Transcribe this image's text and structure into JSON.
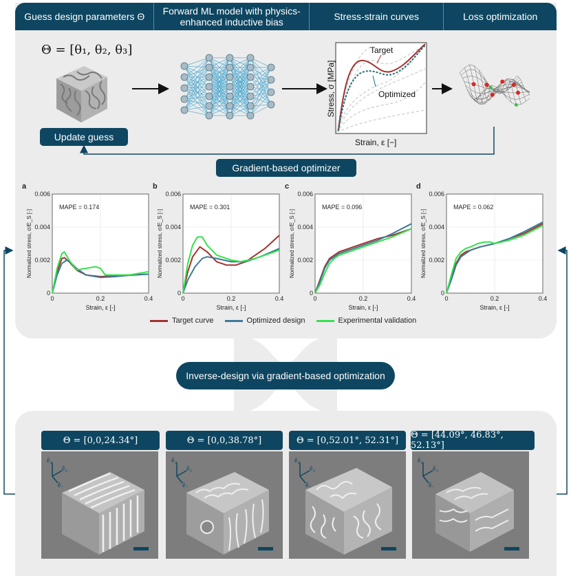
{
  "header": {
    "step1": "Guess design parameters Θ",
    "step2": "Forward ML model with physics-enhanced inductive bias",
    "step3": "Stress-strain curves",
    "step4": "Loss optimization"
  },
  "theta_equation": "Θ = [θ₁, θ₂, θ₃]",
  "update_guess": "Update guess",
  "optimizer_label": "Gradient-based optimizer",
  "schematic_curve": {
    "ylabel": "Stress, σ [MPa]",
    "xlabel": "Strain, ε [−]",
    "target_label": "Target",
    "optimized_label": "Optimized"
  },
  "legend": {
    "target": "Target curve",
    "optimized": "Optimized design",
    "experimental": "Experimental validation"
  },
  "colors": {
    "target": "#a3322e",
    "optimized": "#3d7a96",
    "experimental": "#33e24a",
    "accent": "#0e4661"
  },
  "inverse_label": "Inverse-design via gradient-based optimization",
  "samples": [
    {
      "caption": "Θ = [0,0,24.34°]"
    },
    {
      "caption": "Θ = [0,0,38.78°]"
    },
    {
      "caption": "Θ = [0,52.01°, 52.31°]"
    },
    {
      "caption": "Θ = [44.09°, 46.83°, 52.13°]"
    }
  ],
  "axis_glyphs": {
    "e1": "ê₁",
    "e2": "ê₂",
    "e3": "ê₃"
  },
  "chart_data": [
    {
      "type": "line",
      "panel": "a",
      "annotation": "MAPE = 0.174",
      "xlabel": "Strain, ε [-]",
      "ylabel": "Normalized stress, σ/E_S [-]",
      "xlim": [
        0,
        0.4
      ],
      "ylim": [
        0,
        0.006
      ],
      "xticks": [
        "0",
        "0.2",
        "0.4"
      ],
      "yticks": [
        "0",
        "0.002",
        "0.004",
        "0.006"
      ],
      "series": [
        {
          "name": "Target curve",
          "x": [
            0,
            0.02,
            0.04,
            0.05,
            0.07,
            0.1,
            0.14,
            0.2,
            0.26,
            0.32,
            0.4
          ],
          "y": [
            0,
            0.0013,
            0.0021,
            0.00215,
            0.0019,
            0.0014,
            0.0011,
            0.001,
            0.00105,
            0.0011,
            0.00115
          ]
        },
        {
          "name": "Optimized design",
          "x": [
            0,
            0.02,
            0.04,
            0.06,
            0.08,
            0.1,
            0.14,
            0.2,
            0.26,
            0.32,
            0.4
          ],
          "y": [
            0,
            0.0011,
            0.0018,
            0.002,
            0.0018,
            0.0015,
            0.0011,
            0.00095,
            0.001,
            0.00108,
            0.00115
          ]
        },
        {
          "name": "Experimental validation",
          "x": [
            0,
            0.02,
            0.04,
            0.05,
            0.07,
            0.1,
            0.14,
            0.18,
            0.2,
            0.22,
            0.26,
            0.32,
            0.4
          ],
          "y": [
            0,
            0.0015,
            0.0024,
            0.0025,
            0.002,
            0.0014,
            0.0015,
            0.0016,
            0.0015,
            0.0011,
            0.0011,
            0.0011,
            0.0013
          ]
        }
      ]
    },
    {
      "type": "line",
      "panel": "b",
      "annotation": "MAPE = 0.301",
      "xlabel": "Strain, ε [-]",
      "ylabel": "Normalized stress, σ/E_S [-]",
      "xlim": [
        0,
        0.4
      ],
      "ylim": [
        0,
        0.006
      ],
      "xticks": [
        "0",
        "0.2",
        "0.4"
      ],
      "yticks": [
        "0",
        "0.002",
        "0.004",
        "0.006"
      ],
      "series": [
        {
          "name": "Target curve",
          "x": [
            0,
            0.02,
            0.04,
            0.07,
            0.1,
            0.14,
            0.18,
            0.22,
            0.26,
            0.3,
            0.34,
            0.4
          ],
          "y": [
            0,
            0.0013,
            0.0022,
            0.0028,
            0.0025,
            0.0019,
            0.0017,
            0.0017,
            0.0019,
            0.0023,
            0.0027,
            0.0035
          ]
        },
        {
          "name": "Optimized design",
          "x": [
            0,
            0.02,
            0.05,
            0.08,
            0.1,
            0.14,
            0.2,
            0.26,
            0.32,
            0.4
          ],
          "y": [
            0,
            0.0008,
            0.0016,
            0.0021,
            0.0022,
            0.0021,
            0.0019,
            0.0019,
            0.0022,
            0.0027
          ]
        },
        {
          "name": "Experimental validation",
          "x": [
            0,
            0.02,
            0.04,
            0.06,
            0.08,
            0.1,
            0.14,
            0.18,
            0.2,
            0.24,
            0.3,
            0.36,
            0.4
          ],
          "y": [
            0,
            0.0018,
            0.0029,
            0.0034,
            0.0034,
            0.0029,
            0.0023,
            0.0021,
            0.002,
            0.0019,
            0.0021,
            0.0024,
            0.0026
          ]
        }
      ]
    },
    {
      "type": "line",
      "panel": "c",
      "annotation": "MAPE = 0.096",
      "xlabel": "Strain, ε [-]",
      "ylabel": "Normalized stress, σ/E_S [-]",
      "xlim": [
        0,
        0.4
      ],
      "ylim": [
        0,
        0.006
      ],
      "xticks": [
        "0",
        "0.2",
        "0.4"
      ],
      "yticks": [
        "0",
        "0.002",
        "0.004",
        "0.006"
      ],
      "series": [
        {
          "name": "Target curve",
          "x": [
            0,
            0.02,
            0.04,
            0.06,
            0.08,
            0.1,
            0.14,
            0.2,
            0.26,
            0.32,
            0.4
          ],
          "y": [
            0,
            0.0008,
            0.0016,
            0.0021,
            0.0023,
            0.0025,
            0.0027,
            0.003,
            0.0033,
            0.0035,
            0.0039
          ]
        },
        {
          "name": "Optimized design",
          "x": [
            0,
            0.02,
            0.04,
            0.06,
            0.08,
            0.1,
            0.14,
            0.2,
            0.26,
            0.32,
            0.4
          ],
          "y": [
            0,
            0.0007,
            0.0015,
            0.002,
            0.0022,
            0.0024,
            0.0026,
            0.0029,
            0.0032,
            0.0036,
            0.0042
          ]
        },
        {
          "name": "Experimental validation",
          "x": [
            0,
            0.02,
            0.04,
            0.06,
            0.08,
            0.1,
            0.14,
            0.2,
            0.26,
            0.32,
            0.4
          ],
          "y": [
            0,
            0.0005,
            0.0012,
            0.0018,
            0.0021,
            0.0023,
            0.0025,
            0.0028,
            0.0031,
            0.0034,
            0.0039
          ]
        }
      ]
    },
    {
      "type": "line",
      "panel": "d",
      "annotation": "MAPE = 0.062",
      "xlabel": "Strain, ε [-]",
      "ylabel": "Normalized stress, σ/E_S [-]",
      "xlim": [
        0,
        0.4
      ],
      "ylim": [
        0,
        0.006
      ],
      "xticks": [
        "0",
        "0.2",
        "0.4"
      ],
      "yticks": [
        "0",
        "0.002",
        "0.004",
        "0.006"
      ],
      "series": [
        {
          "name": "Target curve",
          "x": [
            0,
            0.02,
            0.04,
            0.06,
            0.08,
            0.1,
            0.14,
            0.2,
            0.26,
            0.32,
            0.4
          ],
          "y": [
            0,
            0.0009,
            0.0018,
            0.0023,
            0.0025,
            0.0026,
            0.0028,
            0.003,
            0.0033,
            0.0036,
            0.0042
          ]
        },
        {
          "name": "Optimized design",
          "x": [
            0,
            0.02,
            0.04,
            0.06,
            0.08,
            0.1,
            0.14,
            0.2,
            0.26,
            0.32,
            0.4
          ],
          "y": [
            0,
            0.0008,
            0.0017,
            0.0022,
            0.0024,
            0.0026,
            0.0028,
            0.003,
            0.0033,
            0.0037,
            0.0043
          ]
        },
        {
          "name": "Experimental validation",
          "x": [
            0,
            0.02,
            0.04,
            0.06,
            0.08,
            0.1,
            0.13,
            0.16,
            0.18,
            0.2,
            0.26,
            0.32,
            0.4
          ],
          "y": [
            0,
            0.0011,
            0.0021,
            0.0025,
            0.0027,
            0.0028,
            0.003,
            0.0031,
            0.0031,
            0.003,
            0.0032,
            0.0035,
            0.0041
          ]
        }
      ]
    }
  ]
}
